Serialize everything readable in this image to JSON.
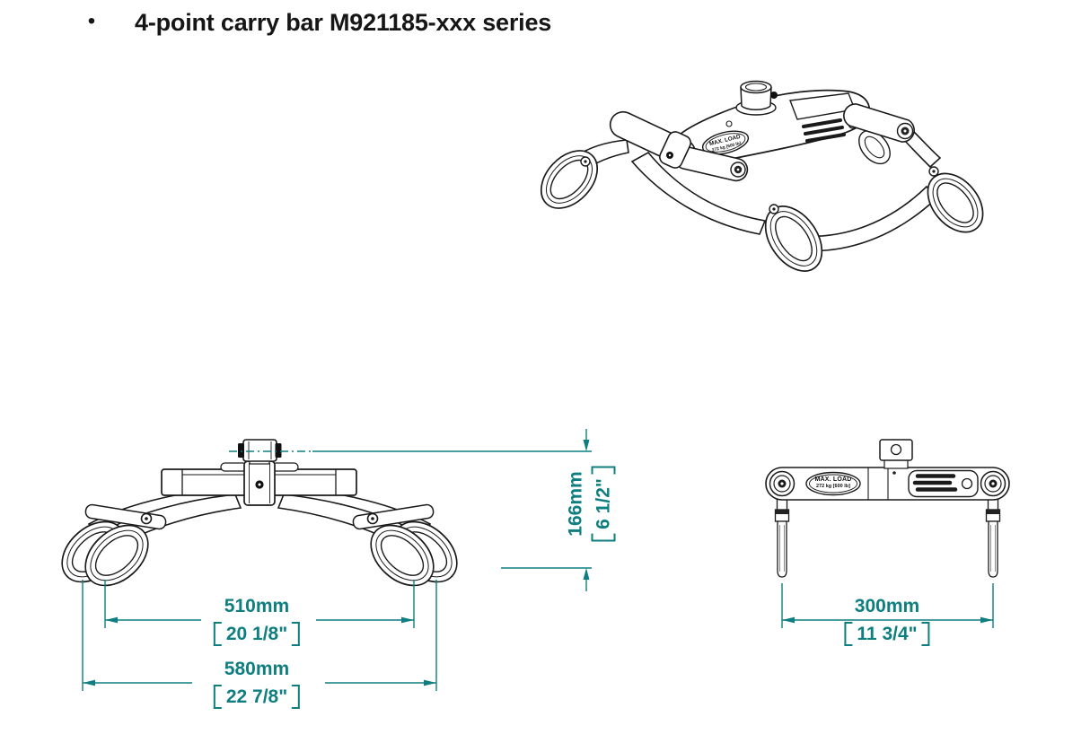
{
  "title": {
    "bullet": "•",
    "text": "4-point carry bar M921185-xxx series"
  },
  "dimensions": {
    "d510": {
      "mm": "510mm",
      "inch": "20 1/8\""
    },
    "d580": {
      "mm": "580mm",
      "inch": "22 7/8\""
    },
    "d166": {
      "mm": "166mm",
      "inch": "6 1/2\""
    },
    "d300": {
      "mm": "300mm",
      "inch": "11 3/4\""
    }
  },
  "labels": {
    "max_load_line1": "MAX. LOAD",
    "max_load_line2": "272 kg [600 lb]"
  },
  "colors": {
    "dimension_teal": "#0E7E80",
    "drawing_line": "#1a1a1a"
  }
}
